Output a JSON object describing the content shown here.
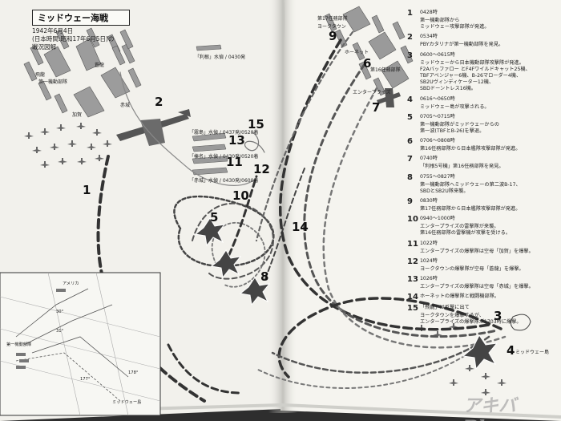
{
  "header": {
    "title": "ミッドウェー海戦",
    "date_lines": [
      "1942年6月4日",
      "(日本時間:昭和17年6月5日)の",
      "戦況図解"
    ]
  },
  "left_labels": {
    "hiryu": "飛龍",
    "fleet1": "第一機動部隊",
    "akagi": "赤城",
    "kaga": "加賀",
    "soryu": "蒼龍",
    "tone_grp": "「利根」水偵 / 0430発",
    "kirishima_grp": "「霧島」水偵 / 0437発/0520着",
    "haruna_grp": "「榛名」水偵 / 0430発/0520着",
    "akagi_grp": "「赤城」水偵 / 0430発/0600着"
  },
  "map_numbers": [
    "1",
    "2",
    "3",
    "4",
    "5",
    "6",
    "7",
    "8",
    "9",
    "10",
    "11",
    "12",
    "13",
    "14",
    "15"
  ],
  "right_labels": {
    "yorktown": "ヨークタウン",
    "hornet": "ホーネット",
    "tf16": "第16任務部隊",
    "tf17": "第17任務部隊",
    "enterprise": "エンタープライズ",
    "midway_island": "ミッドウェー島"
  },
  "inset": {
    "america": "アメリカ",
    "fleet": "第一機動部隊",
    "midway": "ミッドウェー島",
    "lon1": "177°",
    "lon2": "178°",
    "lat1": "30°",
    "lat2": "31°"
  },
  "events": [
    {
      "no": "1",
      "lines": [
        "0428時",
        "第一機動部隊から",
        "ミッドウェー攻撃部隊が発進。"
      ]
    },
    {
      "no": "2",
      "lines": [
        "0534時",
        "PBYカタリナが第一機動部隊を発見。"
      ]
    },
    {
      "no": "3",
      "lines": [
        "0600〜0615時",
        "ミッドウェーから日本機動部隊攻撃隊が発進。",
        "F2Aバッファロー とF4Fワイルドキャット25機、",
        "TBFアベンジャー6機、B-26マローダー4機、",
        "SB2Uヴィンディケーター12機、",
        "SBDドーントレス16機。"
      ]
    },
    {
      "no": "4",
      "lines": [
        "0616〜0650時",
        "ミッドウェー島が攻撃される。"
      ]
    },
    {
      "no": "5",
      "lines": [
        "0705〜0715時",
        "第一機動部隊がミッドウェーからの",
        "第一波(TBFとB-26)を撃退。"
      ]
    },
    {
      "no": "6",
      "lines": [
        "0706〜0808時",
        "第16任務部隊から日本艦隊攻撃部隊が発進。"
      ]
    },
    {
      "no": "7",
      "lines": [
        "0740時",
        "「利根5号機」第16任務部隊を発見。"
      ]
    },
    {
      "no": "8",
      "lines": [
        "0755〜0827時",
        "第一機動部隊へミッドウェーの第二波B-17、",
        "SBDとSB2U隊来襲。"
      ]
    },
    {
      "no": "9",
      "lines": [
        "0830時",
        "第17任務部隊から日本艦隊攻撃部隊が発進。"
      ]
    },
    {
      "no": "10",
      "lines": [
        "0940〜1000時",
        "エンタープライズの雷撃隊が来襲。",
        "第16任務部隊の雷撃機が攻撃を受ける。"
      ]
    },
    {
      "no": "11",
      "lines": [
        "1022時",
        "エンタープライズの爆撃隊は空母「加賀」を爆撃。"
      ]
    },
    {
      "no": "12",
      "lines": [
        "1024時",
        "ヨークタウンの爆撃隊が空母「蒼龍」を爆撃。"
      ]
    },
    {
      "no": "13",
      "lines": [
        "1026時",
        "エンタープライズの爆撃隊は空母「赤城」を爆撃。"
      ]
    },
    {
      "no": "14",
      "lines": [
        "ホーネットの爆撃隊と戦闘機部隊。"
      ]
    },
    {
      "no": "15",
      "lines": [
        "「飛龍」は反撃に出て",
        "ヨークタウンを爆撃するが、",
        "エンタープライズの爆撃隊が1703時に爆撃。"
      ]
    }
  ],
  "watermark": "アキバBlog"
}
